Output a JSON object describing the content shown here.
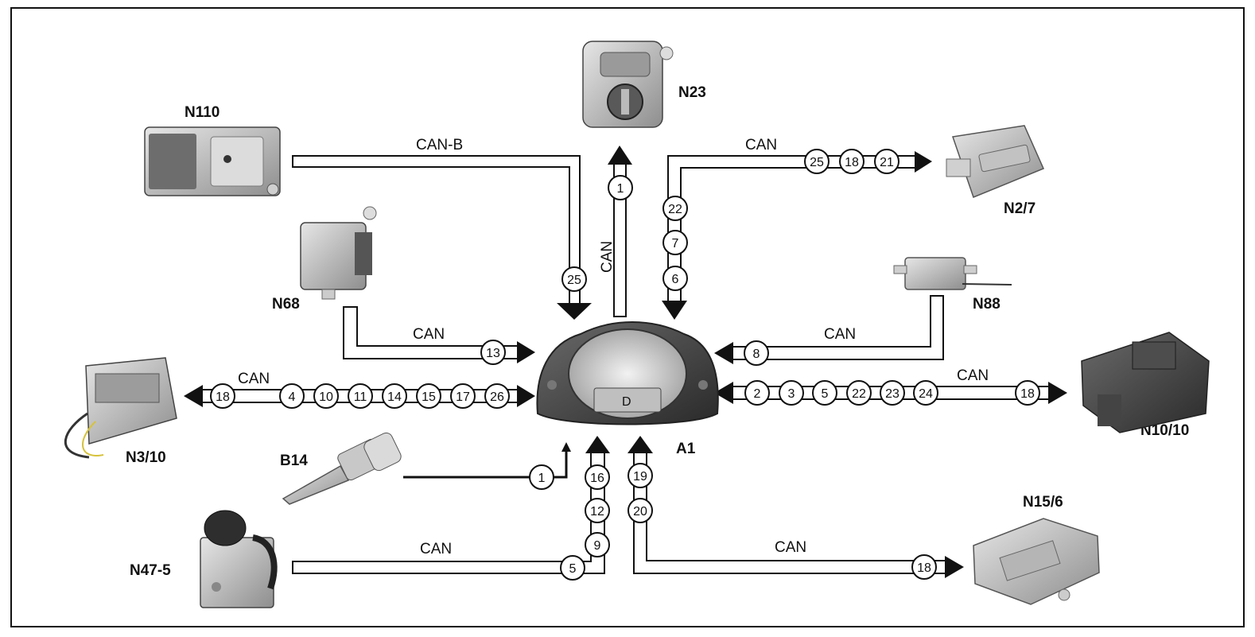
{
  "modules": {
    "n110": "N110",
    "n23": "N23",
    "n2_7": "N2/7",
    "n68": "N68",
    "n88": "N88",
    "n3_10": "N3/10",
    "a1": "A1",
    "n10_10": "N10/10",
    "b14": "B14",
    "n15_6": "N15/6",
    "n47_5": "N47-5"
  },
  "bus_labels": {
    "n110": "CAN-B",
    "n23": "CAN",
    "n2_7": "CAN",
    "n68": "CAN",
    "n88": "CAN",
    "n3_10": "CAN",
    "n10_10": "CAN",
    "n47_5": "CAN",
    "n15_6": "CAN"
  },
  "signals": {
    "n110": [
      "25"
    ],
    "n23": [
      "1"
    ],
    "n2_7_h": [
      "25",
      "18",
      "21"
    ],
    "n2_7_v": [
      "22",
      "7",
      "6"
    ],
    "n68": [
      "13"
    ],
    "n88": [
      "8"
    ],
    "n3_10": [
      "18",
      "4",
      "10",
      "11",
      "14",
      "15",
      "17",
      "26"
    ],
    "n10_10": [
      "2",
      "3",
      "5",
      "22",
      "23",
      "24",
      "18"
    ],
    "b14": [
      "1"
    ],
    "n47_5_v": [
      "16",
      "12",
      "9"
    ],
    "n47_5_h": [
      "5"
    ],
    "n15_6_v": [
      "19",
      "20"
    ],
    "n15_6_h": [
      "18"
    ]
  },
  "cluster_display": "D",
  "colors": {
    "line": "#111111",
    "pipe_fill": "#ffffff",
    "component_dark": "#3a3a3a",
    "component_light": "#bdbdbd"
  }
}
